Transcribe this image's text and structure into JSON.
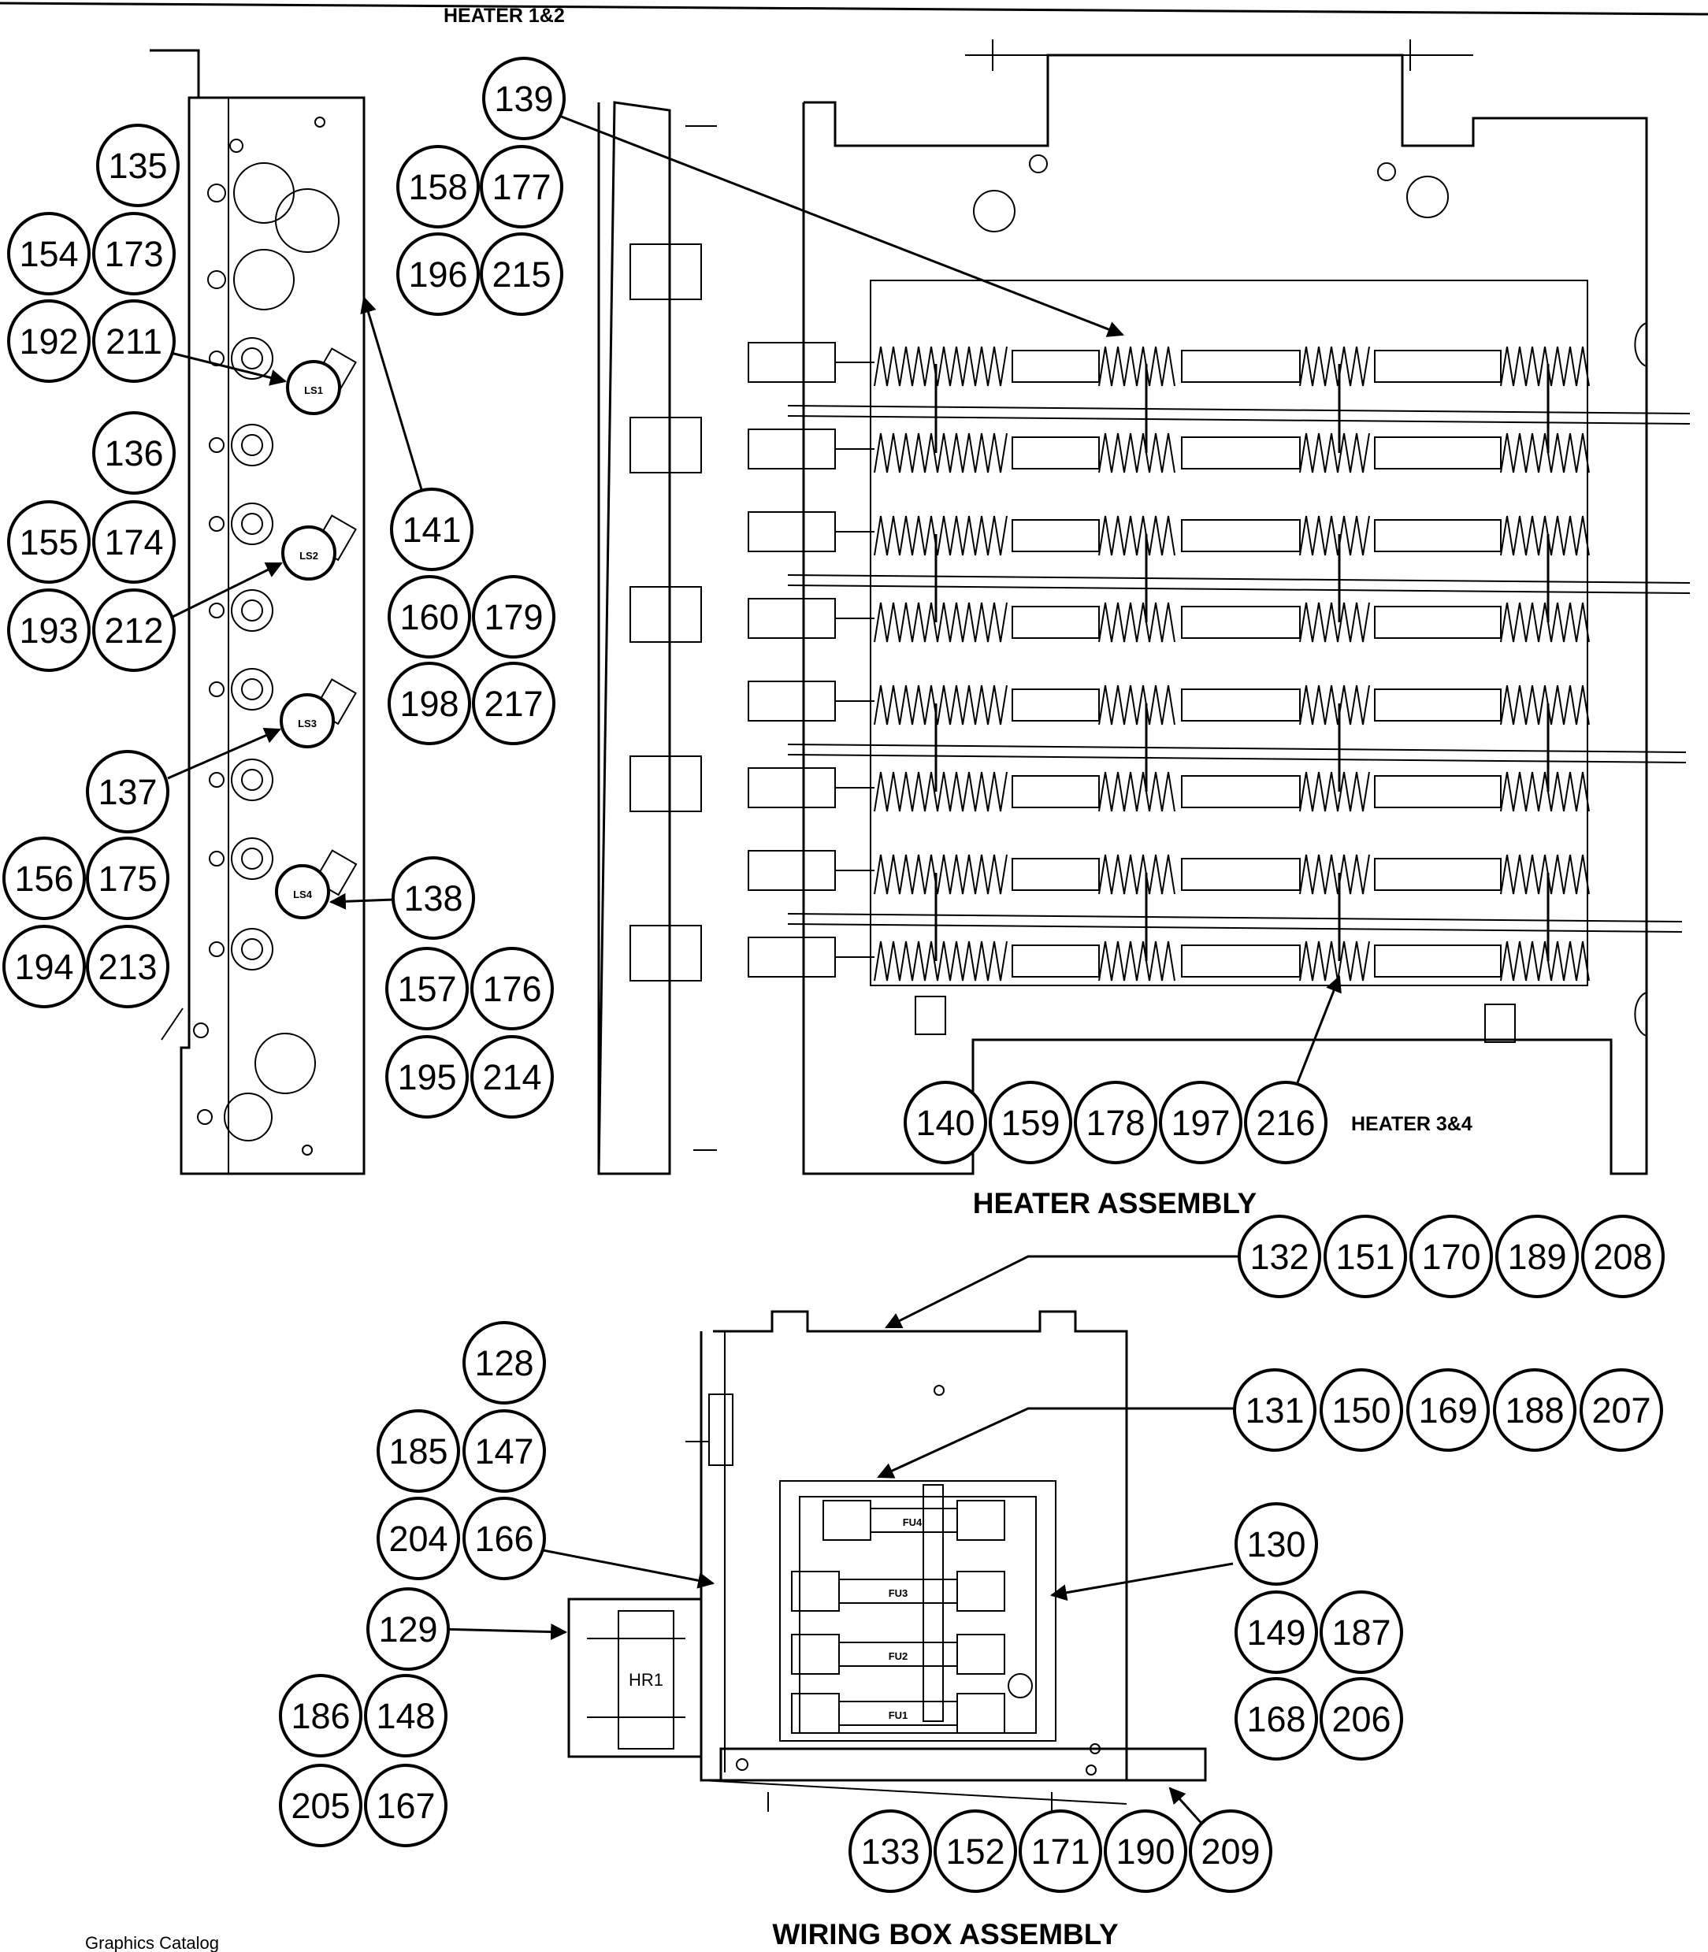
{
  "labels": {
    "heater_1_2": "HEATER 1&2",
    "heater_3_4": "HEATER 3&4",
    "heater_assembly": "HEATER ASSEMBLY",
    "wiring_box_assembly": "WIRING BOX ASSEMBLY",
    "footer": "Graphics Catalog"
  },
  "limit_switches": [
    "LS1",
    "LS2",
    "LS3",
    "LS4"
  ],
  "fuses": [
    "FU4",
    "FU3",
    "FU2",
    "FU1"
  ],
  "relay": "HR1",
  "callouts": [
    {
      "id": "c135",
      "number": "135"
    },
    {
      "id": "c154",
      "number": "154"
    },
    {
      "id": "c173",
      "number": "173"
    },
    {
      "id": "c192",
      "number": "192"
    },
    {
      "id": "c211",
      "number": "211"
    },
    {
      "id": "c136",
      "number": "136"
    },
    {
      "id": "c155",
      "number": "155"
    },
    {
      "id": "c174",
      "number": "174"
    },
    {
      "id": "c193",
      "number": "193"
    },
    {
      "id": "c212",
      "number": "212"
    },
    {
      "id": "c137",
      "number": "137"
    },
    {
      "id": "c156",
      "number": "156"
    },
    {
      "id": "c175",
      "number": "175"
    },
    {
      "id": "c194",
      "number": "194"
    },
    {
      "id": "c213",
      "number": "213"
    },
    {
      "id": "c139",
      "number": "139"
    },
    {
      "id": "c158",
      "number": "158"
    },
    {
      "id": "c177",
      "number": "177"
    },
    {
      "id": "c196",
      "number": "196"
    },
    {
      "id": "c215",
      "number": "215"
    },
    {
      "id": "c141",
      "number": "141"
    },
    {
      "id": "c160",
      "number": "160"
    },
    {
      "id": "c179",
      "number": "179"
    },
    {
      "id": "c198",
      "number": "198"
    },
    {
      "id": "c217",
      "number": "217"
    },
    {
      "id": "c138",
      "number": "138"
    },
    {
      "id": "c157",
      "number": "157"
    },
    {
      "id": "c176",
      "number": "176"
    },
    {
      "id": "c195",
      "number": "195"
    },
    {
      "id": "c214",
      "number": "214"
    },
    {
      "id": "c140",
      "number": "140"
    },
    {
      "id": "c159",
      "number": "159"
    },
    {
      "id": "c178",
      "number": "178"
    },
    {
      "id": "c197",
      "number": "197"
    },
    {
      "id": "c216",
      "number": "216"
    },
    {
      "id": "c132",
      "number": "132"
    },
    {
      "id": "c151",
      "number": "151"
    },
    {
      "id": "c170",
      "number": "170"
    },
    {
      "id": "c189",
      "number": "189"
    },
    {
      "id": "c208",
      "number": "208"
    },
    {
      "id": "c128",
      "number": "128"
    },
    {
      "id": "c185",
      "number": "185"
    },
    {
      "id": "c147",
      "number": "147"
    },
    {
      "id": "c204",
      "number": "204"
    },
    {
      "id": "c166",
      "number": "166"
    },
    {
      "id": "c131",
      "number": "131"
    },
    {
      "id": "c150",
      "number": "150"
    },
    {
      "id": "c169",
      "number": "169"
    },
    {
      "id": "c188",
      "number": "188"
    },
    {
      "id": "c207",
      "number": "207"
    },
    {
      "id": "c130",
      "number": "130"
    },
    {
      "id": "c149",
      "number": "149"
    },
    {
      "id": "c187",
      "number": "187"
    },
    {
      "id": "c168",
      "number": "168"
    },
    {
      "id": "c206",
      "number": "206"
    },
    {
      "id": "c129",
      "number": "129"
    },
    {
      "id": "c186",
      "number": "186"
    },
    {
      "id": "c148",
      "number": "148"
    },
    {
      "id": "c205",
      "number": "205"
    },
    {
      "id": "c167",
      "number": "167"
    },
    {
      "id": "c133",
      "number": "133"
    },
    {
      "id": "c152",
      "number": "152"
    },
    {
      "id": "c171",
      "number": "171"
    },
    {
      "id": "c190",
      "number": "190"
    },
    {
      "id": "c209",
      "number": "209"
    }
  ]
}
